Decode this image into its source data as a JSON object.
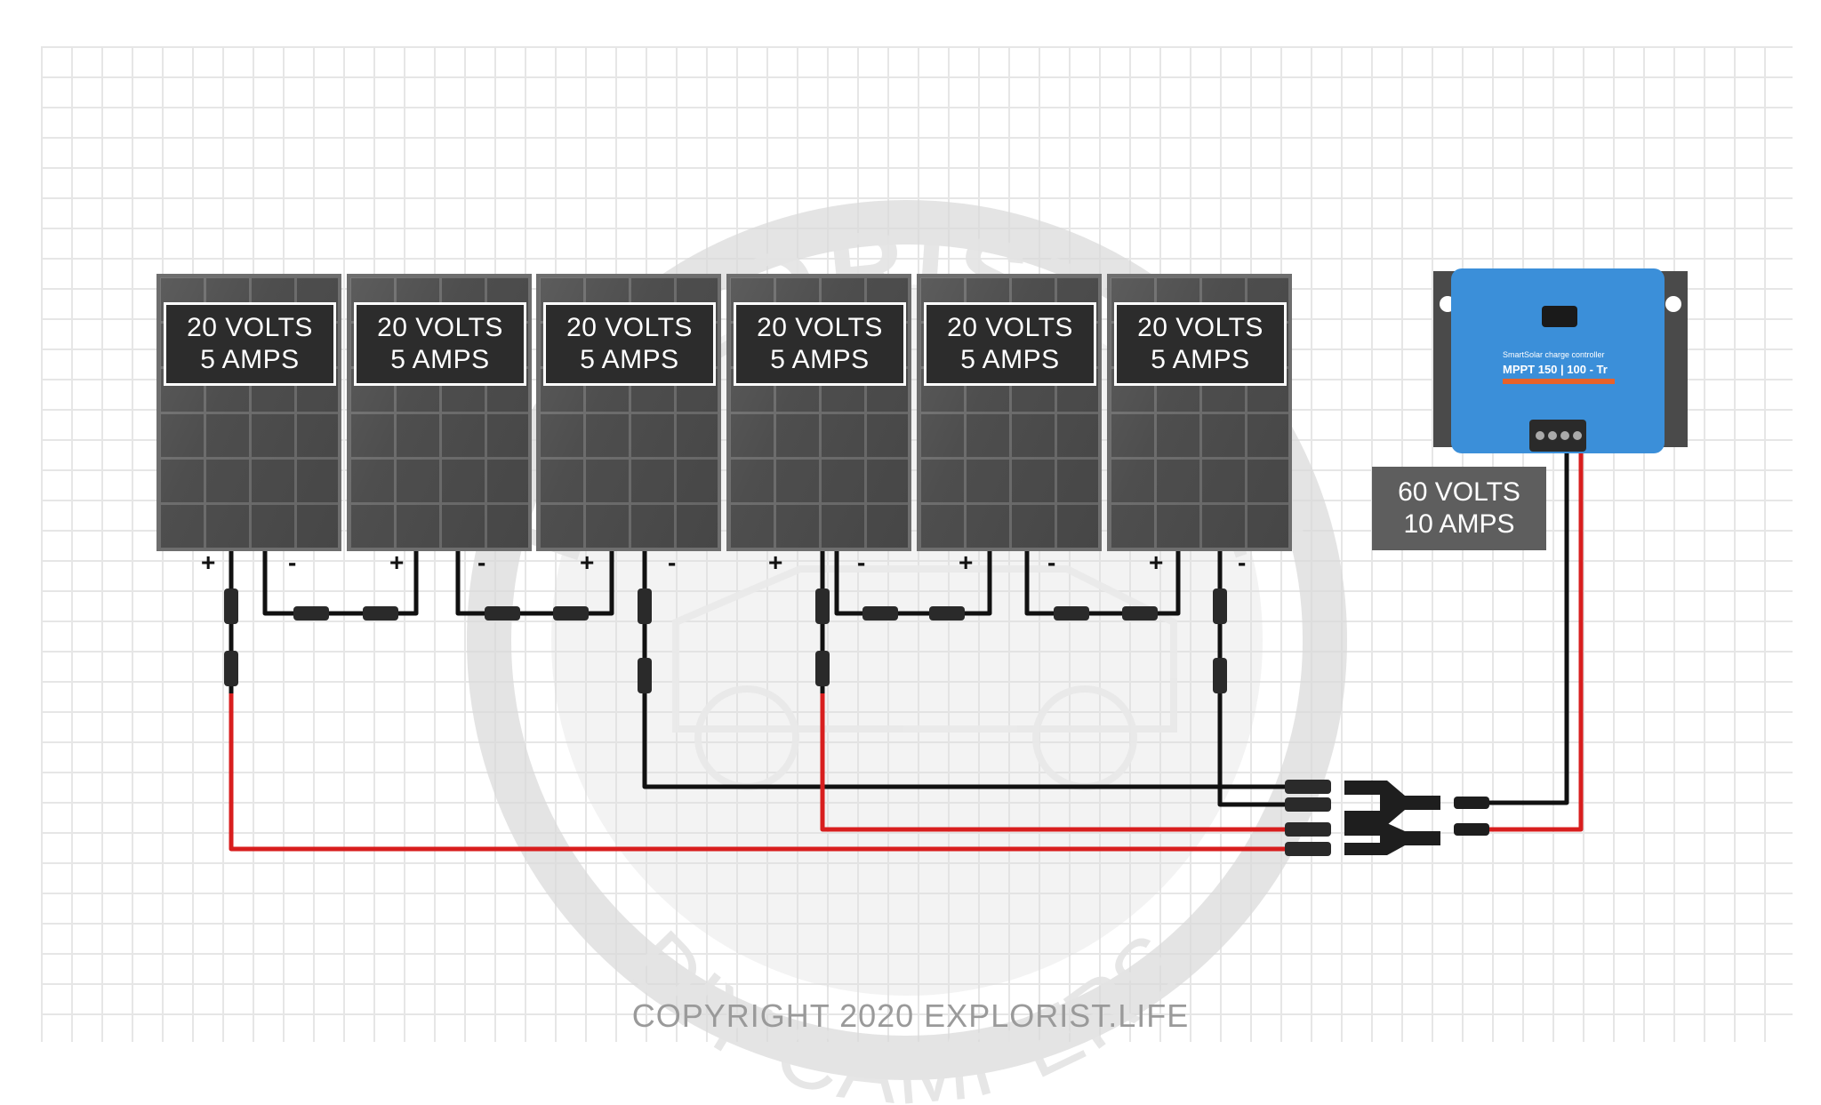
{
  "panels": [
    {
      "volts": "20 VOLTS",
      "amps": "5 AMPS"
    },
    {
      "volts": "20 VOLTS",
      "amps": "5 AMPS"
    },
    {
      "volts": "20 VOLTS",
      "amps": "5 AMPS"
    },
    {
      "volts": "20 VOLTS",
      "amps": "5 AMPS"
    },
    {
      "volts": "20 VOLTS",
      "amps": "5 AMPS"
    },
    {
      "volts": "20 VOLTS",
      "amps": "5 AMPS"
    }
  ],
  "terminals": {
    "plus": "+",
    "minus": "-"
  },
  "controller": {
    "volts": "60 VOLTS",
    "amps": "10 AMPS",
    "product_line": "SmartSolar charge controller",
    "model": "MPPT 150 | 100 - Tr",
    "body_color": "#3b8fd9",
    "accent_color": "#e8622a"
  },
  "watermark": {
    "top_text": "EXPLORIST.LIFE",
    "bottom_text": "DIY CAMPERS"
  },
  "wire_colors": {
    "positive": "#d81e1e",
    "negative": "#111111"
  },
  "copyright": "COPYRIGHT 2020 EXPLORIST.LIFE"
}
